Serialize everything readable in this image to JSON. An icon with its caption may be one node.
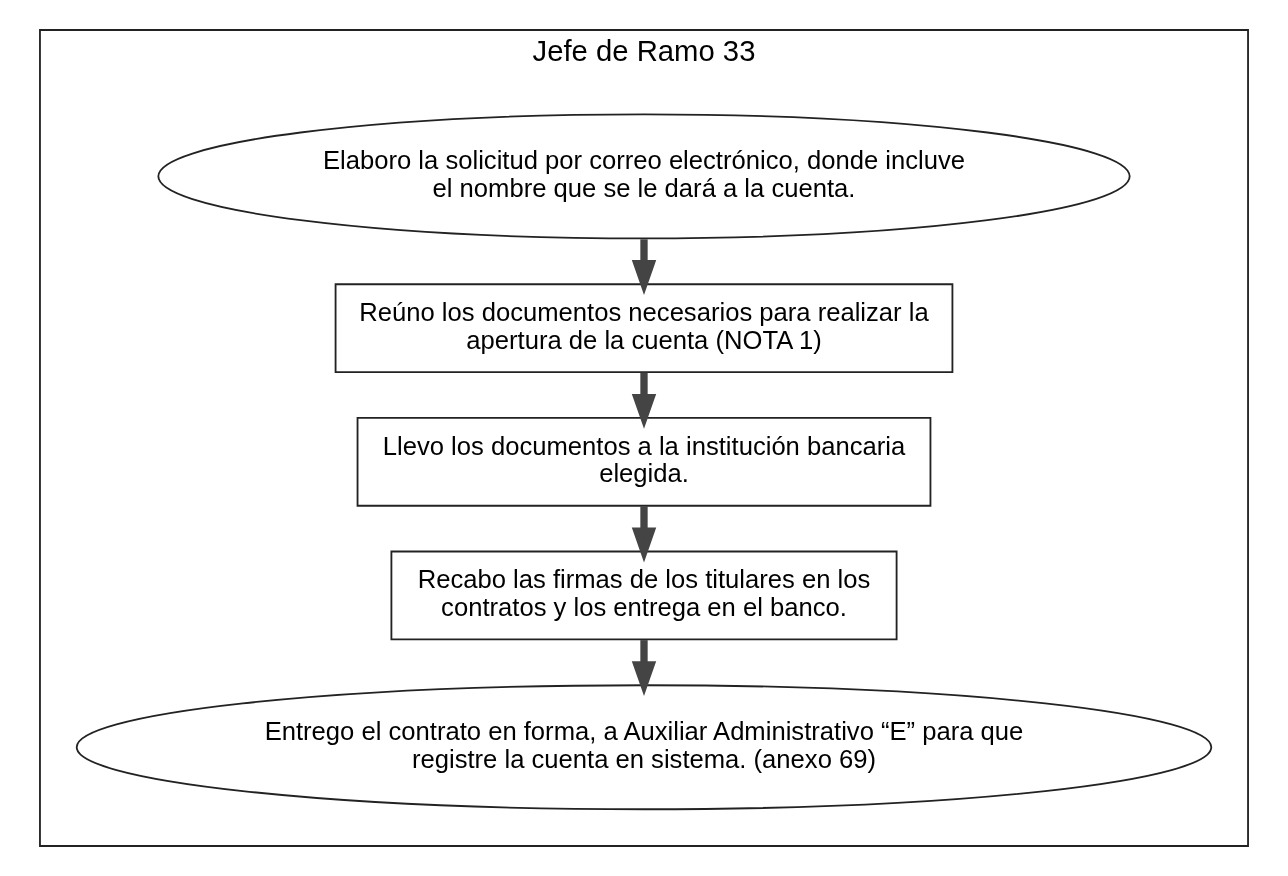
{
  "diagram": {
    "nodes": [
      {
        "text": [
          "Jefe de Ramo 33"
        ]
      },
      {
        "text": [
          "Elaboro la solicitud por correo electrónico, donde incluve el nombre que se le dará a la cuenta."
        ],
        "in": 0
      },
      {
        "text": [
          "Reúno los documentos necesarios para realizar la apertura de la cuenta (NOTA 1)"
        ],
        "in": 0
      },
      {
        "text": [
          "Llevo los documentos a la institución bancaria elegida."
        ],
        "in": 0
      },
      {
        "text": [
          "Recabo las firmas de los titulares en los contratos y los entrega en el banco."
        ],
        "in": 0
      },
      {
        "text": [
          "Entrego el contrato en forma, a Auxiliar Administrativo “E” para que registre la cuenta en sistema. (anexo 69)"
        ],
        "in": 0
      }
    ],
    "edges": [
      {
        "from": 1,
        "to": 2,
        "arrow": "to"
      },
      {
        "from": 2,
        "to": 3,
        "arrow": "to"
      },
      {
        "from": 3,
        "to": 4,
        "arrow": "to"
      },
      {
        "from": 4,
        "to": 5,
        "arrow": "to"
      }
    ]
  }
}
